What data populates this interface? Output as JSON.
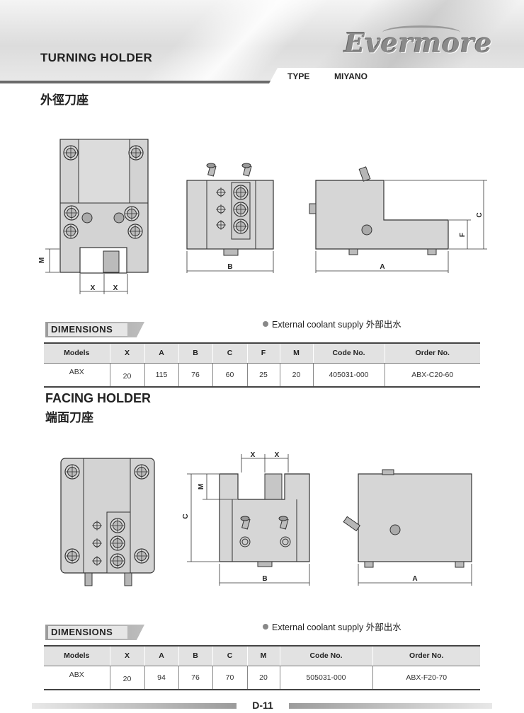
{
  "header": {
    "title": "TURNING HOLDER",
    "brand": "Evermore",
    "type_label": "TYPE",
    "type_value": "MIYANO",
    "subtitle_cn": "外徑刀座"
  },
  "turning": {
    "dim_labels": {
      "M": "M",
      "X1": "X",
      "X2": "X",
      "B": "B",
      "A": "A",
      "C": "C",
      "F": "F"
    },
    "dimensions_label": "DIMENSIONS",
    "note": "External coolant supply 外部出水",
    "table": {
      "headers": [
        "Models",
        "X",
        "A",
        "B",
        "C",
        "F",
        "M",
        "Code No.",
        "Order No."
      ],
      "row": [
        "ABX",
        "20",
        "115",
        "76",
        "60",
        "25",
        "20",
        "405031-000",
        "ABX-C20-60"
      ]
    }
  },
  "facing": {
    "title": "FACING HOLDER",
    "title_cn": "端面刀座",
    "dim_labels": {
      "X1": "X",
      "X2": "X",
      "M": "M",
      "C": "C",
      "B": "B",
      "A": "A"
    },
    "dimensions_label": "DIMENSIONS",
    "note": "External coolant supply 外部出水",
    "table": {
      "headers": [
        "Models",
        "X",
        "A",
        "B",
        "C",
        "M",
        "Code No.",
        "Order No."
      ],
      "row": [
        "ABX",
        "20",
        "94",
        "76",
        "70",
        "20",
        "505031-000",
        "ABX-F20-70"
      ]
    }
  },
  "footer": {
    "page": "D-11"
  }
}
